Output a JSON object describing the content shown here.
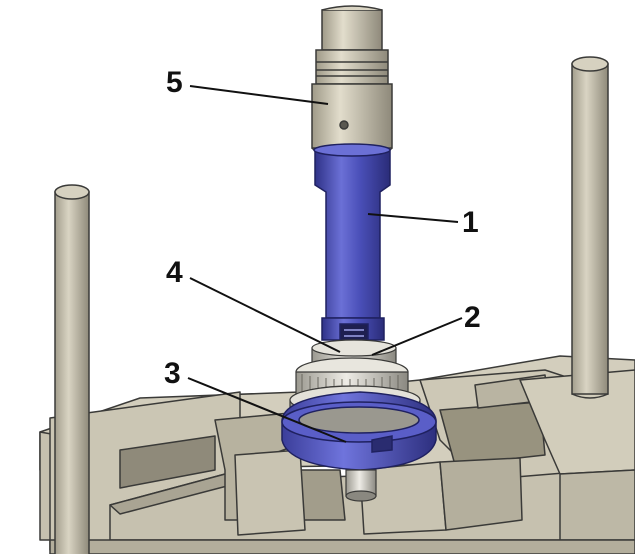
{
  "illustration": {
    "subject": "press-fit-shaft-assembly",
    "colors": {
      "fixture_body": "#cfcab9",
      "fixture_shadow": "#a9a493",
      "fixture_dark": "#8f8a7a",
      "outline": "#3a3a38",
      "shaft_tube": "#4a4fb8",
      "shaft_tube_light": "#6b70d6",
      "shaft_tube_dark": "#2f3288",
      "press_head": "#cdc8b6",
      "gear_steel": "#d6d4cc",
      "gear_shadow": "#9b9990",
      "collar_ring": "#5256c2"
    }
  },
  "callouts": [
    {
      "id": "1",
      "label": "1"
    },
    {
      "id": "2",
      "label": "2"
    },
    {
      "id": "3",
      "label": "3"
    },
    {
      "id": "4",
      "label": "4"
    },
    {
      "id": "5",
      "label": "5"
    }
  ]
}
